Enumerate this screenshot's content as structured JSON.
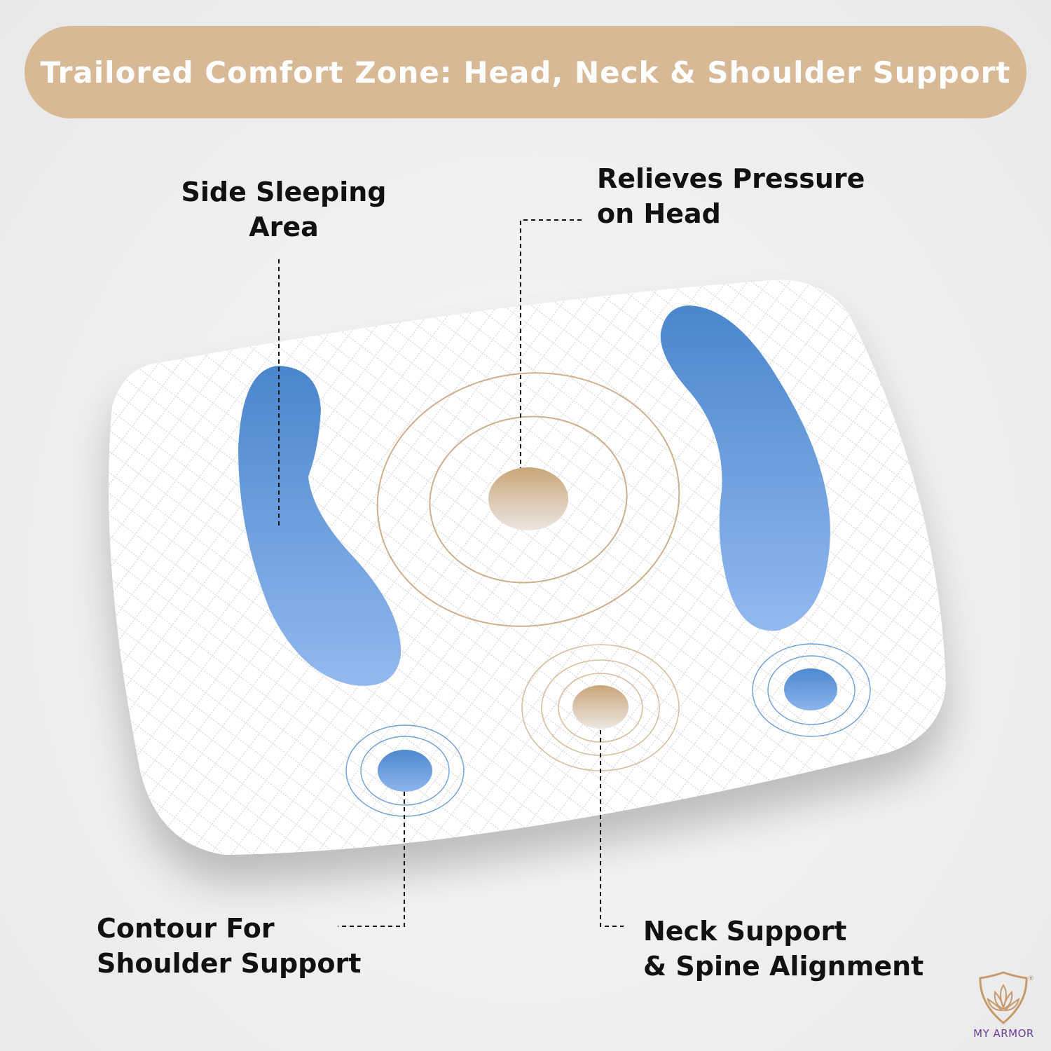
{
  "banner": {
    "title": "Trailored Comfort Zone: Head, Neck & Shoulder Support"
  },
  "labels": {
    "side_sleeping": {
      "line1": "Side Sleeping",
      "line2": "Area"
    },
    "relieves_pressure": {
      "line1": "Relieves Pressure",
      "line2": "on Head"
    },
    "contour_shoulder": {
      "line1": "Contour For",
      "line2": "Shoulder Support"
    },
    "neck_support": {
      "line1": "Neck Support",
      "line2": "& Spine Alignment"
    }
  },
  "brand": {
    "name": "MY ARMOR",
    "registered": "®",
    "icon": "lotus-shield-icon"
  },
  "colors": {
    "banner": "#d8b995",
    "zone_blue": "#5b94d6",
    "zone_gold": "#c9a679",
    "ring_gold": "#cdb08c",
    "ring_blue": "#6f9fd8",
    "text": "#111111",
    "brand_purple": "#6a3e9a"
  }
}
